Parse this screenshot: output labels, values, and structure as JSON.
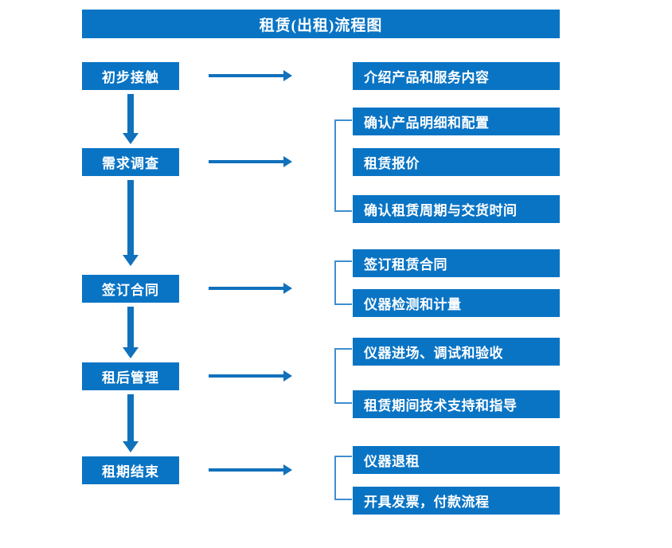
{
  "title": {
    "text": "租赁(出租)流程图"
  },
  "colors": {
    "primary": "#0A74C4",
    "arrow": "#1071BC",
    "bracket": "#3E8ED0",
    "text_on_primary": "#FFFFFF",
    "background": "#FFFFFF"
  },
  "stages": [
    {
      "id": "stage-1",
      "label": "初步接触"
    },
    {
      "id": "stage-2",
      "label": "需求调查"
    },
    {
      "id": "stage-3",
      "label": "签订合同"
    },
    {
      "id": "stage-4",
      "label": "租后管理"
    },
    {
      "id": "stage-5",
      "label": "租期结束"
    }
  ],
  "details": {
    "group1": [
      {
        "label": "介绍产品和服务内容"
      }
    ],
    "group2": [
      {
        "label": "确认产品明细和配置"
      },
      {
        "label": "租赁报价"
      },
      {
        "label": "确认租赁周期与交货时间"
      }
    ],
    "group3": [
      {
        "label": "签订租赁合同"
      },
      {
        "label": "仪器检测和计量"
      }
    ],
    "group4": [
      {
        "label": "仪器进场、调试和验收"
      },
      {
        "label": "租赁期间技术支持和指导"
      }
    ],
    "group5": [
      {
        "label": "仪器退租"
      },
      {
        "label": "开具发票，付款流程"
      }
    ]
  }
}
